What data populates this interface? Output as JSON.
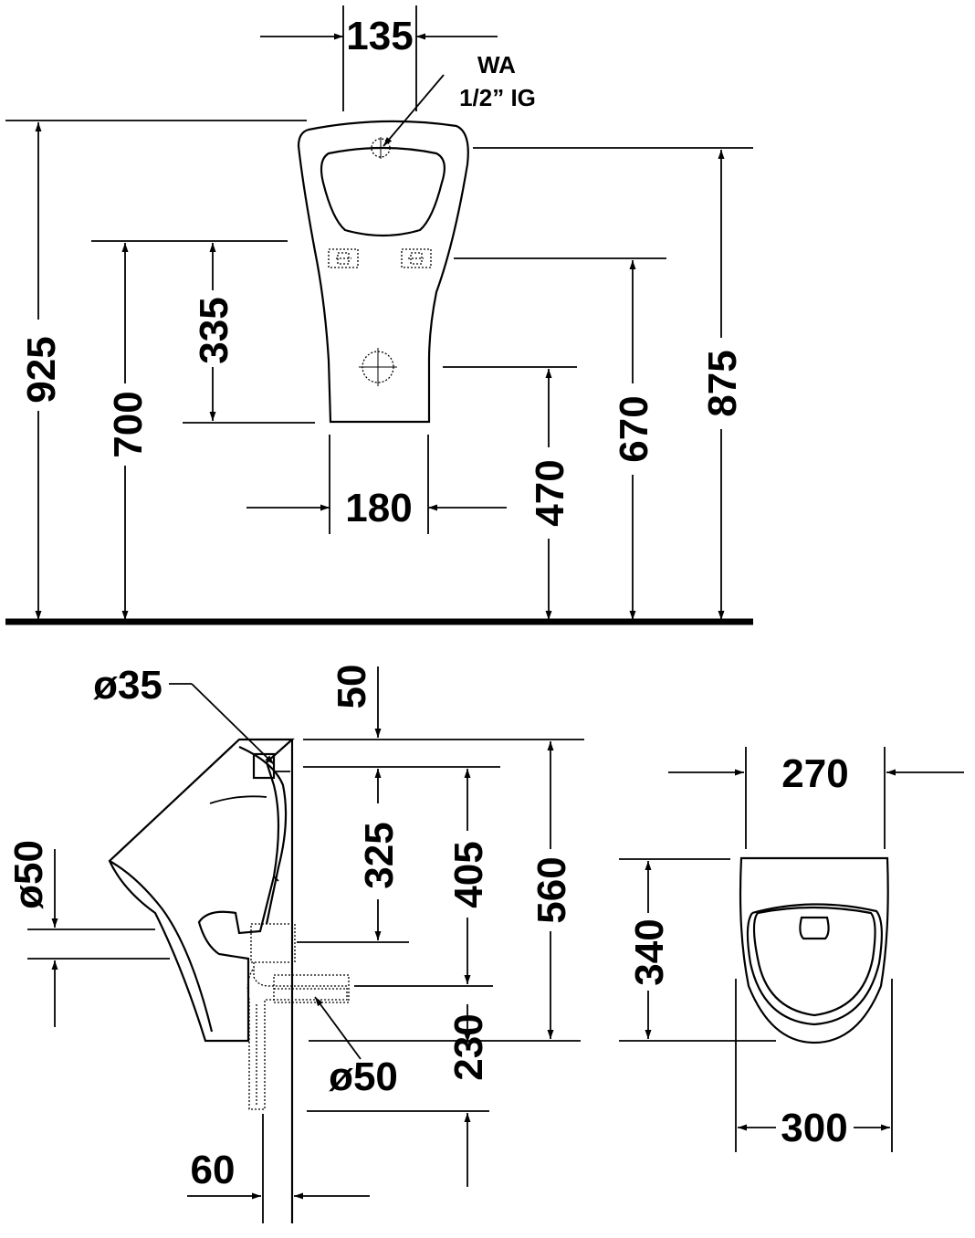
{
  "front_view": {
    "dims": {
      "width_top": "135",
      "height_total": "925",
      "height_outlet": "700",
      "spacing_335": "335",
      "width_bottom": "180",
      "height_470": "470",
      "height_670": "670",
      "height_875": "875"
    },
    "inlet_note": {
      "line1": "WA",
      "line2": "1/2” IG"
    }
  },
  "side_view": {
    "dims": {
      "inlet_dia": "ø35",
      "top_offset": "50",
      "outlet_dia_left": "ø50",
      "h_325": "325",
      "h_405": "405",
      "h_560": "560",
      "outlet_dia_bottom": "ø50",
      "h_230": "230",
      "wall_60": "60"
    }
  },
  "top_view": {
    "dims": {
      "width_270": "270",
      "depth_340": "340",
      "width_300": "300"
    }
  }
}
